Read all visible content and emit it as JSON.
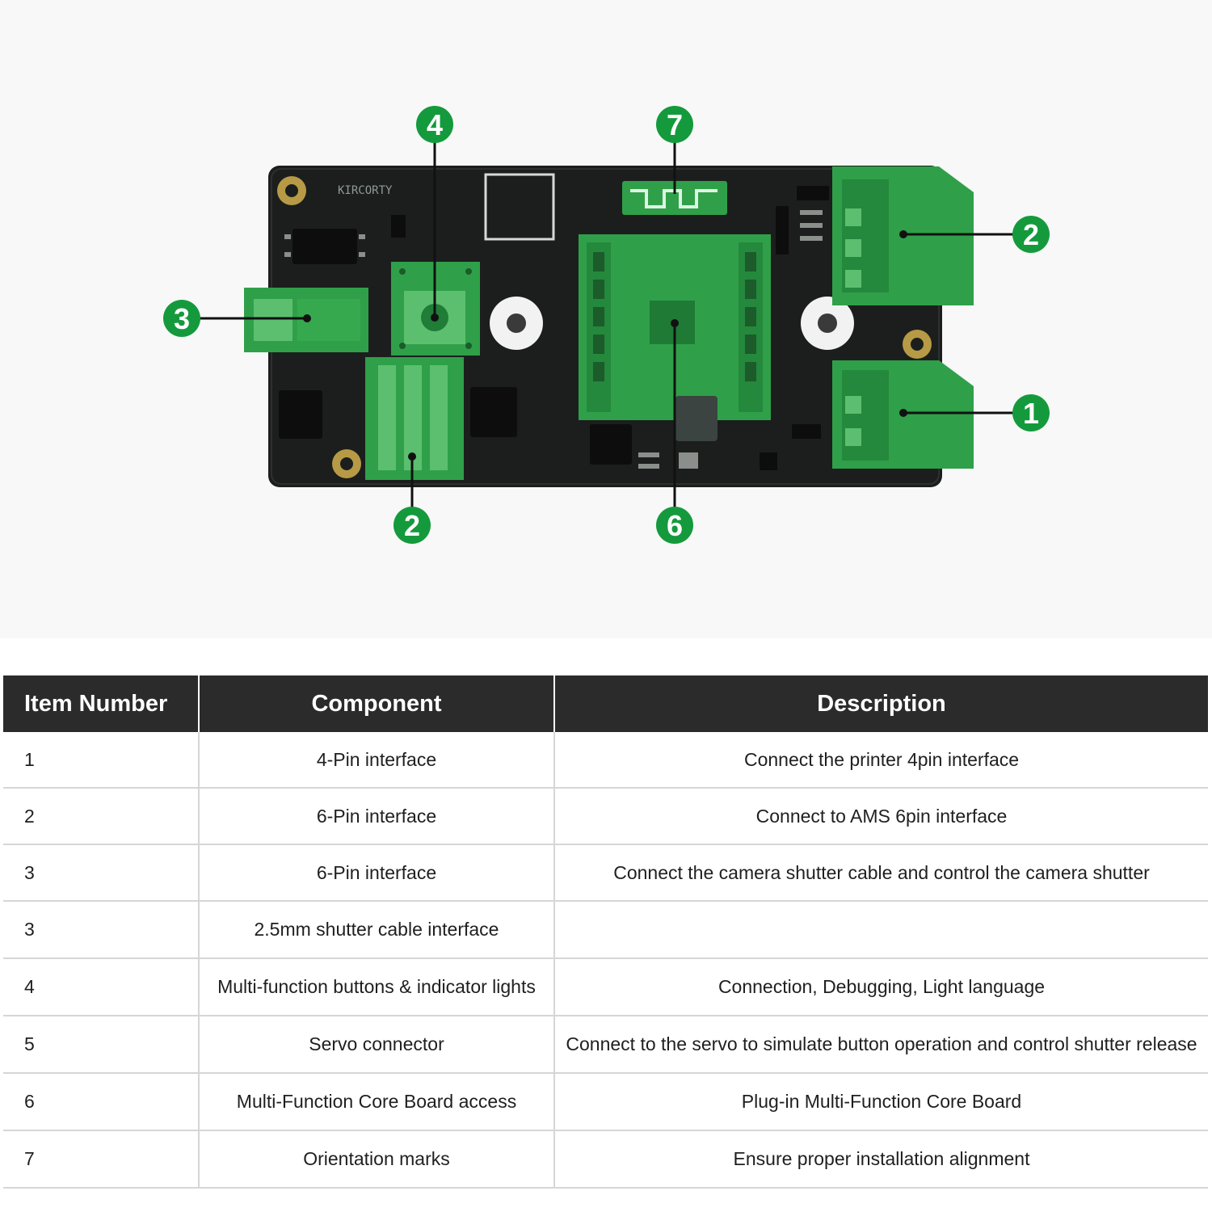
{
  "diagram": {
    "silkscreen_text": "KIRCORTY",
    "callouts": [
      "4",
      "7",
      "2",
      "3",
      "1",
      "2",
      "6"
    ],
    "colors": {
      "board": "#1c1e1d",
      "connector_green": "#2fa049",
      "callout_green": "#149a3c",
      "leader_line": "#111111",
      "mounting_ring": "#b79a45"
    }
  },
  "table": {
    "headers": [
      "Item Number",
      "Component",
      "Description"
    ],
    "rows": [
      {
        "item": "1",
        "component": "4-Pin interface",
        "description": "Connect the printer 4pin interface"
      },
      {
        "item": "2",
        "component": "6-Pin interface",
        "description": "Connect to AMS 6pin interface"
      },
      {
        "item": "3",
        "component": "6-Pin interface",
        "description": "Connect the camera shutter cable and control the camera shutter"
      },
      {
        "item": "3",
        "component": "2.5mm shutter cable interface",
        "description": ""
      },
      {
        "item": "4",
        "component": "Multi-function buttons & indicator lights",
        "description": "Connection, Debugging, Light language"
      },
      {
        "item": "5",
        "component": "Servo connector",
        "description": "Connect to the servo to simulate button operation and control shutter release"
      },
      {
        "item": "6",
        "component": "Multi-Function Core Board access",
        "description": "Plug-in Multi-Function Core Board"
      },
      {
        "item": "7",
        "component": "Orientation marks",
        "description": "Ensure proper installation alignment"
      }
    ],
    "colors": {
      "header_bg": "#2b2b2b",
      "header_text": "#ffffff",
      "grid": "#d6d6d6"
    }
  }
}
